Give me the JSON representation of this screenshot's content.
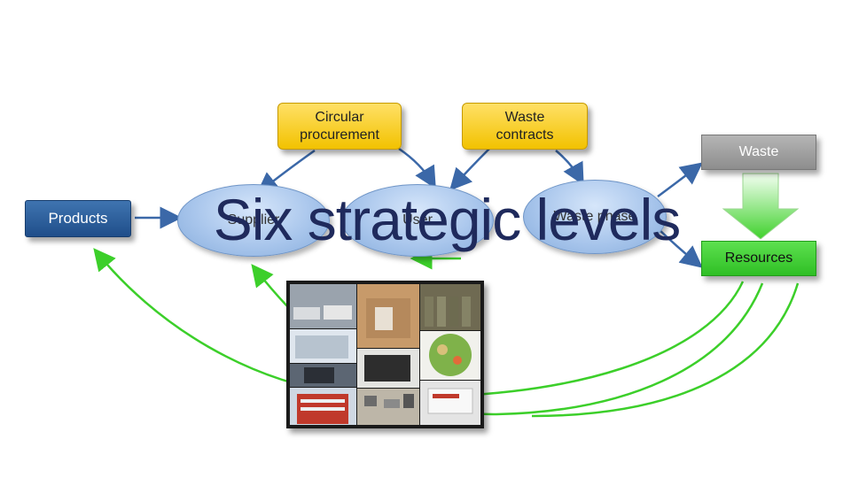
{
  "title": "Six strategic levels",
  "nodes": {
    "products": "Products",
    "circular_procurement": [
      "Circular",
      "procurement"
    ],
    "waste_contracts": [
      "Waste",
      "contracts"
    ],
    "waste_top": "Waste",
    "resources": "Resources",
    "supplier": "Supplier",
    "user": "User",
    "waste_phase": [
      "Waste",
      "phase"
    ]
  },
  "colors": {
    "arrow_blue": "#3b68a8",
    "arrow_green": "#3ccf2a",
    "title": "#1f2a5c"
  }
}
